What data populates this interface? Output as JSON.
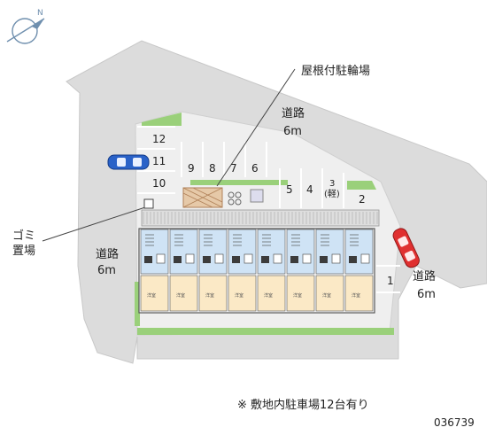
{
  "compass": {
    "label": "N"
  },
  "labels": {
    "covered_bicycle_parking": "屋根付駐輪場",
    "road_top": "道路",
    "road_top_width": "6m",
    "road_left": "道路",
    "road_left_width": "6m",
    "road_right": "道路",
    "road_right_width": "6m",
    "garbage_line1": "ゴミ",
    "garbage_line2": "置場"
  },
  "parking_spaces": [
    {
      "label": "12"
    },
    {
      "label": "11"
    },
    {
      "label": "10"
    },
    {
      "label": "9"
    },
    {
      "label": "8"
    },
    {
      "label": "7"
    },
    {
      "label": "6"
    },
    {
      "label": "5"
    },
    {
      "label": "4"
    },
    {
      "label": "3"
    },
    {
      "label": "2"
    },
    {
      "label": "1"
    }
  ],
  "light_car_note": "(軽)",
  "room_label": "洋室",
  "footer": {
    "note": "※ 敷地内駐車場12台有り",
    "code": "036739"
  },
  "colors": {
    "road": "#dcdcdc",
    "site": "#efefef",
    "green": "#9ad07a",
    "building_blue": "#cfe3f5",
    "building_beige": "#fbe9c6",
    "car_blue": "#2a62c8",
    "car_red": "#e03030",
    "bike_roof": "#e6c9a8"
  }
}
